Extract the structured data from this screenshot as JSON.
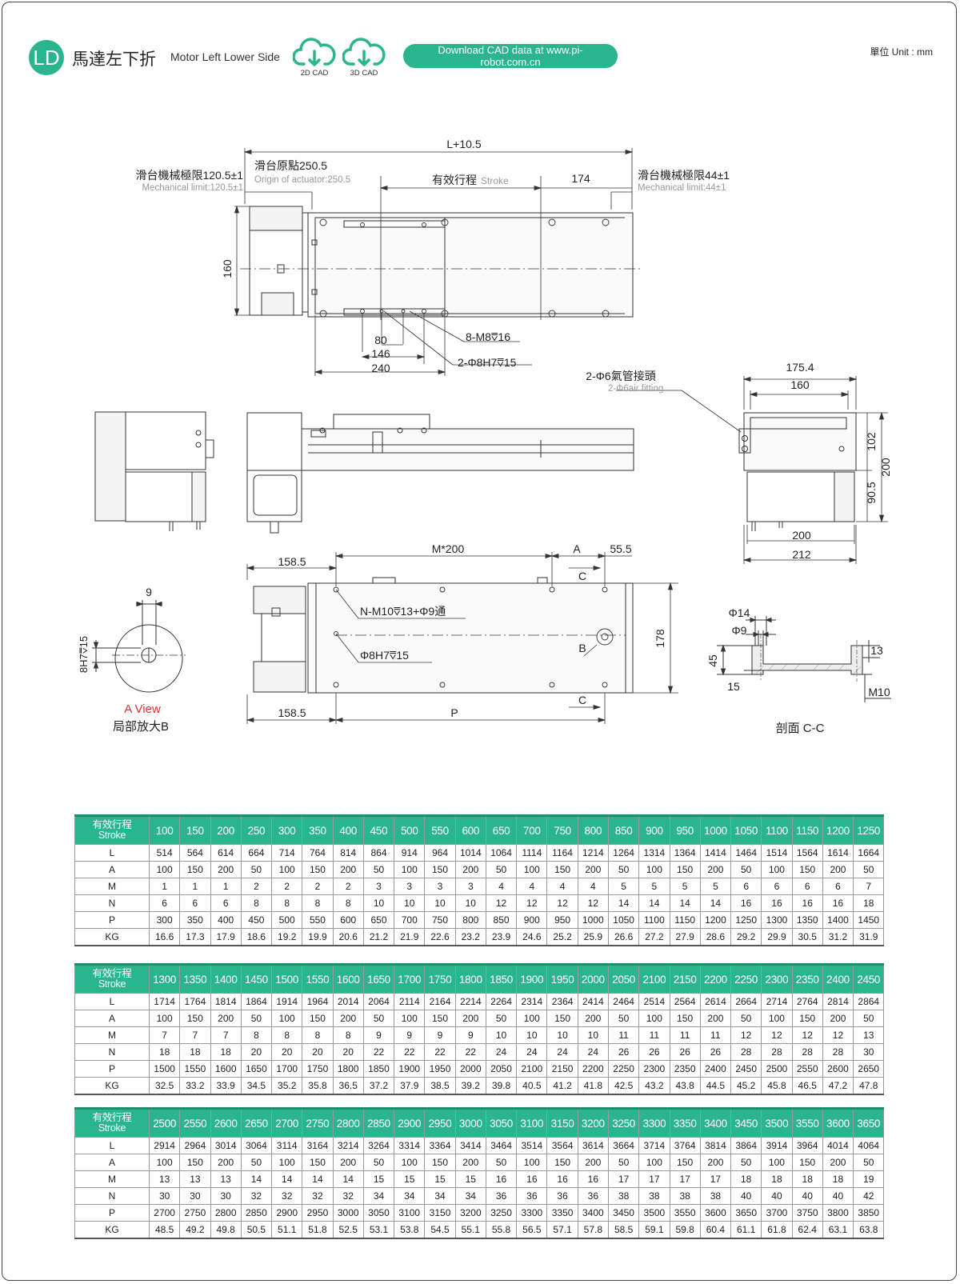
{
  "header": {
    "badge": "LD",
    "title_zh": "馬達左下折",
    "title_en": "Motor Left Lower Side",
    "cad2d": "2D CAD",
    "cad3d": "3D CAD",
    "download": "Download CAD data at www.pi-robot.com.cn",
    "unit": "單位 Unit : mm",
    "accent": "#2bb58f"
  },
  "drawing": {
    "top_total": "L+10.5",
    "mech_left_zh": "滑台機械極限120.5±1",
    "mech_left_en": "Mechanical limit:120.5±1",
    "origin_zh": "滑台原點250.5",
    "origin_en": "Origin of actuator:250.5",
    "stroke_zh": "有效行程",
    "stroke_en": "Stroke",
    "d174": "174",
    "mech_right_zh": "滑台機械極限44±1",
    "mech_right_en": "Mechanical limit:44±1",
    "d160": "160",
    "d80": "80",
    "d146": "146",
    "d240": "240",
    "m8": "8-M8⩢16",
    "phi8": "2-Φ8H7⩢15",
    "air_zh": "2-Φ6氣管接頭",
    "air_en": "2-Φ6air fitting",
    "e175": "175.4",
    "e160": "160",
    "e102": "102",
    "e200v": "200",
    "e905": "90.5",
    "e200h": "200",
    "e212": "212",
    "b1585a": "158.5",
    "m200": "M*200",
    "la": "A",
    "b555": "55.5",
    "lc1": "C",
    "nm10": "N-M10⩢13+Φ9通",
    "phi8b": "Φ8H7⩢15",
    "lb": "B",
    "b178": "178",
    "lc2": "C",
    "b1585b": "158.5",
    "lp": "P",
    "av9": "9",
    "av8h7": "8H7⩢15",
    "aview": "A View",
    "partial": "局部放大B",
    "c14": "Φ14",
    "c9": "Φ9",
    "c45": "45",
    "c15": "15",
    "c13": "13",
    "cm10": "M10",
    "section": "剖面 C-C"
  },
  "tables": [
    {
      "head": {
        "zh": "有效行程",
        "en": "Stroke"
      },
      "stroke": [
        "100",
        "150",
        "200",
        "250",
        "300",
        "350",
        "400",
        "450",
        "500",
        "550",
        "600",
        "650",
        "700",
        "750",
        "800",
        "850",
        "900",
        "950",
        "1000",
        "1050",
        "1100",
        "1150",
        "1200",
        "1250"
      ],
      "rows": [
        {
          "label": "L",
          "values": [
            "514",
            "564",
            "614",
            "664",
            "714",
            "764",
            "814",
            "864",
            "914",
            "964",
            "1014",
            "1064",
            "1114",
            "1164",
            "1214",
            "1264",
            "1314",
            "1364",
            "1414",
            "1464",
            "1514",
            "1564",
            "1614",
            "1664"
          ]
        },
        {
          "label": "A",
          "values": [
            "100",
            "150",
            "200",
            "50",
            "100",
            "150",
            "200",
            "50",
            "100",
            "150",
            "200",
            "50",
            "100",
            "150",
            "200",
            "50",
            "100",
            "150",
            "200",
            "50",
            "100",
            "150",
            "200",
            "50"
          ]
        },
        {
          "label": "M",
          "values": [
            "1",
            "1",
            "1",
            "2",
            "2",
            "2",
            "2",
            "3",
            "3",
            "3",
            "3",
            "4",
            "4",
            "4",
            "4",
            "5",
            "5",
            "5",
            "5",
            "6",
            "6",
            "6",
            "6",
            "7"
          ]
        },
        {
          "label": "N",
          "values": [
            "6",
            "6",
            "6",
            "8",
            "8",
            "8",
            "8",
            "10",
            "10",
            "10",
            "10",
            "12",
            "12",
            "12",
            "12",
            "14",
            "14",
            "14",
            "14",
            "16",
            "16",
            "16",
            "16",
            "18"
          ]
        },
        {
          "label": "P",
          "values": [
            "300",
            "350",
            "400",
            "450",
            "500",
            "550",
            "600",
            "650",
            "700",
            "750",
            "800",
            "850",
            "900",
            "950",
            "1000",
            "1050",
            "1100",
            "1150",
            "1200",
            "1250",
            "1300",
            "1350",
            "1400",
            "1450"
          ]
        },
        {
          "label": "KG",
          "values": [
            "16.6",
            "17.3",
            "17.9",
            "18.6",
            "19.2",
            "19.9",
            "20.6",
            "21.2",
            "21.9",
            "22.6",
            "23.2",
            "23.9",
            "24.6",
            "25.2",
            "25.9",
            "26.6",
            "27.2",
            "27.9",
            "28.6",
            "29.2",
            "29.9",
            "30.5",
            "31.2",
            "31.9"
          ]
        }
      ]
    },
    {
      "head": {
        "zh": "有效行程",
        "en": "Stroke"
      },
      "stroke": [
        "1300",
        "1350",
        "1400",
        "1450",
        "1500",
        "1550",
        "1600",
        "1650",
        "1700",
        "1750",
        "1800",
        "1850",
        "1900",
        "1950",
        "2000",
        "2050",
        "2100",
        "2150",
        "2200",
        "2250",
        "2300",
        "2350",
        "2400",
        "2450"
      ],
      "rows": [
        {
          "label": "L",
          "values": [
            "1714",
            "1764",
            "1814",
            "1864",
            "1914",
            "1964",
            "2014",
            "2064",
            "2114",
            "2164",
            "2214",
            "2264",
            "2314",
            "2364",
            "2414",
            "2464",
            "2514",
            "2564",
            "2614",
            "2664",
            "2714",
            "2764",
            "2814",
            "2864"
          ]
        },
        {
          "label": "A",
          "values": [
            "100",
            "150",
            "200",
            "50",
            "100",
            "150",
            "200",
            "50",
            "100",
            "150",
            "200",
            "50",
            "100",
            "150",
            "200",
            "50",
            "100",
            "150",
            "200",
            "50",
            "100",
            "150",
            "200",
            "50"
          ]
        },
        {
          "label": "M",
          "values": [
            "7",
            "7",
            "7",
            "8",
            "8",
            "8",
            "8",
            "9",
            "9",
            "9",
            "9",
            "10",
            "10",
            "10",
            "10",
            "11",
            "11",
            "11",
            "11",
            "12",
            "12",
            "12",
            "12",
            "13"
          ]
        },
        {
          "label": "N",
          "values": [
            "18",
            "18",
            "18",
            "20",
            "20",
            "20",
            "20",
            "22",
            "22",
            "22",
            "22",
            "24",
            "24",
            "24",
            "24",
            "26",
            "26",
            "26",
            "26",
            "28",
            "28",
            "28",
            "28",
            "30"
          ]
        },
        {
          "label": "P",
          "values": [
            "1500",
            "1550",
            "1600",
            "1650",
            "1700",
            "1750",
            "1800",
            "1850",
            "1900",
            "1950",
            "2000",
            "2050",
            "2100",
            "2150",
            "2200",
            "2250",
            "2300",
            "2350",
            "2400",
            "2450",
            "2500",
            "2550",
            "2600",
            "2650"
          ]
        },
        {
          "label": "KG",
          "values": [
            "32.5",
            "33.2",
            "33.9",
            "34.5",
            "35.2",
            "35.8",
            "36.5",
            "37.2",
            "37.9",
            "38.5",
            "39.2",
            "39.8",
            "40.5",
            "41.2",
            "41.8",
            "42.5",
            "43.2",
            "43.8",
            "44.5",
            "45.2",
            "45.8",
            "46.5",
            "47.2",
            "47.8"
          ]
        }
      ]
    },
    {
      "head": {
        "zh": "有效行程",
        "en": "Stroke"
      },
      "stroke": [
        "2500",
        "2550",
        "2600",
        "2650",
        "2700",
        "2750",
        "2800",
        "2850",
        "2900",
        "2950",
        "3000",
        "3050",
        "3100",
        "3150",
        "3200",
        "3250",
        "3300",
        "3350",
        "3400",
        "3450",
        "3500",
        "3550",
        "3600",
        "3650"
      ],
      "rows": [
        {
          "label": "L",
          "values": [
            "2914",
            "2964",
            "3014",
            "3064",
            "3114",
            "3164",
            "3214",
            "3264",
            "3314",
            "3364",
            "3414",
            "3464",
            "3514",
            "3564",
            "3614",
            "3664",
            "3714",
            "3764",
            "3814",
            "3864",
            "3914",
            "3964",
            "4014",
            "4064"
          ]
        },
        {
          "label": "A",
          "values": [
            "100",
            "150",
            "200",
            "50",
            "100",
            "150",
            "200",
            "50",
            "100",
            "150",
            "200",
            "50",
            "100",
            "150",
            "200",
            "50",
            "100",
            "150",
            "200",
            "50",
            "100",
            "150",
            "200",
            "50"
          ]
        },
        {
          "label": "M",
          "values": [
            "13",
            "13",
            "13",
            "14",
            "14",
            "14",
            "14",
            "15",
            "15",
            "15",
            "15",
            "16",
            "16",
            "16",
            "16",
            "17",
            "17",
            "17",
            "17",
            "18",
            "18",
            "18",
            "18",
            "19"
          ]
        },
        {
          "label": "N",
          "values": [
            "30",
            "30",
            "30",
            "32",
            "32",
            "32",
            "32",
            "34",
            "34",
            "34",
            "34",
            "36",
            "36",
            "36",
            "36",
            "38",
            "38",
            "38",
            "38",
            "40",
            "40",
            "40",
            "40",
            "42"
          ]
        },
        {
          "label": "P",
          "values": [
            "2700",
            "2750",
            "2800",
            "2850",
            "2900",
            "2950",
            "3000",
            "3050",
            "3100",
            "3150",
            "3200",
            "3250",
            "3300",
            "3350",
            "3400",
            "3450",
            "3500",
            "3550",
            "3600",
            "3650",
            "3700",
            "3750",
            "3800",
            "3850"
          ]
        },
        {
          "label": "KG",
          "values": [
            "48.5",
            "49.2",
            "49.8",
            "50.5",
            "51.1",
            "51.8",
            "52.5",
            "53.1",
            "53.8",
            "54.5",
            "55.1",
            "55.8",
            "56.5",
            "57.1",
            "57.8",
            "58.5",
            "59.1",
            "59.8",
            "60.4",
            "61.1",
            "61.8",
            "62.4",
            "63.1",
            "63.8"
          ]
        }
      ]
    }
  ]
}
